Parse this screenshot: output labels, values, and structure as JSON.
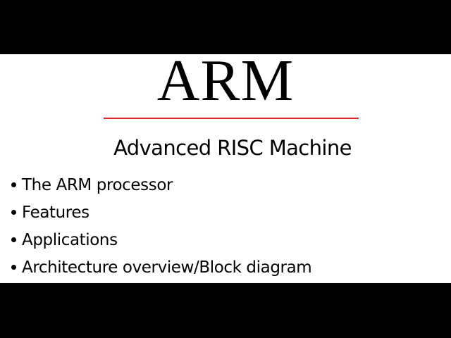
{
  "slide": {
    "title": "ARM",
    "subtitle": "Advanced RISC Machine",
    "accent_rule_color": "#d9282b",
    "bullets": [
      {
        "label": "The ARM processor",
        "icon": "bullet-dot-icon"
      },
      {
        "label": "Features",
        "icon": "bullet-dot-icon"
      },
      {
        "label": "Applications",
        "icon": "bullet-dot-icon"
      },
      {
        "label": "Architecture overview/Block diagram",
        "icon": "bullet-dot-icon"
      }
    ]
  }
}
